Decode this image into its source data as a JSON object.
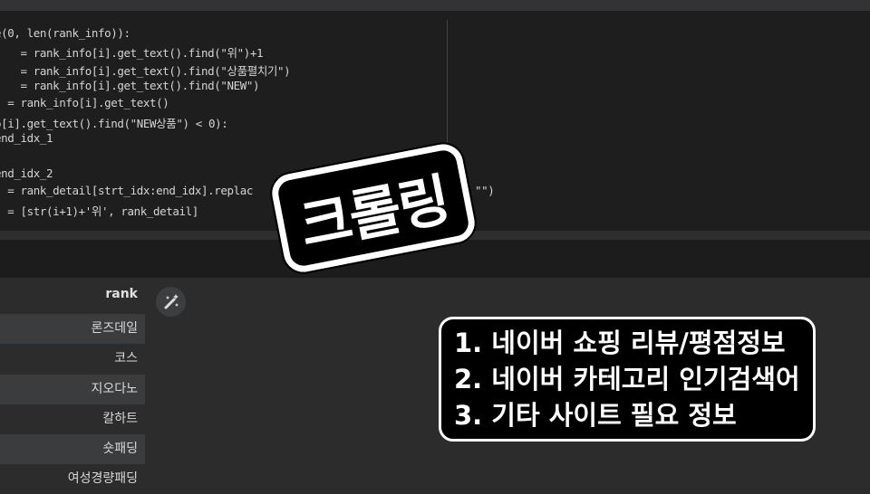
{
  "code_lines": [
    "e(0, len(rank_info)):",
    "    = rank_info[i].get_text().find(\"위\")+1",
    "    = rank_info[i].get_text().find(\"상품펼치기\")",
    "    = rank_info[i].get_text().find(\"NEW\")",
    "  = rank_info[i].get_text()",
    "o[i].get_text().find(\"NEW상품\") < 0):",
    "end_idx_1",
    "",
    "end_idx_2",
    "  = rank_detail[strt_idx:end_idx].replac",
    "  = [str(i+1)+'위', rank_detail]"
  ],
  "code_line10_tail": "\"\")",
  "table": {
    "header": "rank",
    "rows": [
      "론즈데일",
      "코스",
      "지오다노",
      "칼하트",
      "숏패딩",
      "여성경량패딩"
    ]
  },
  "sticker_text": "크롤링",
  "notes": [
    "1. 네이버 쇼핑 리뷰/평점정보",
    "2. 네이버 카테고리 인기검색어",
    "3. 기타 사이트 필요 정보"
  ]
}
